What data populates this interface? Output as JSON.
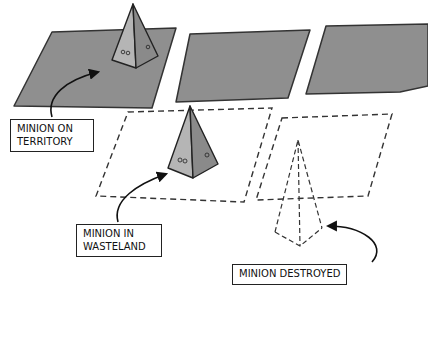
{
  "diagram": {
    "nodes": [
      {
        "text": [
          "MINION ON TERRITORY"
        ]
      },
      {
        "text": [
          "MINION IN WASTELAND"
        ]
      },
      {
        "text": [
          "MINION DESTROYED"
        ]
      }
    ]
  }
}
